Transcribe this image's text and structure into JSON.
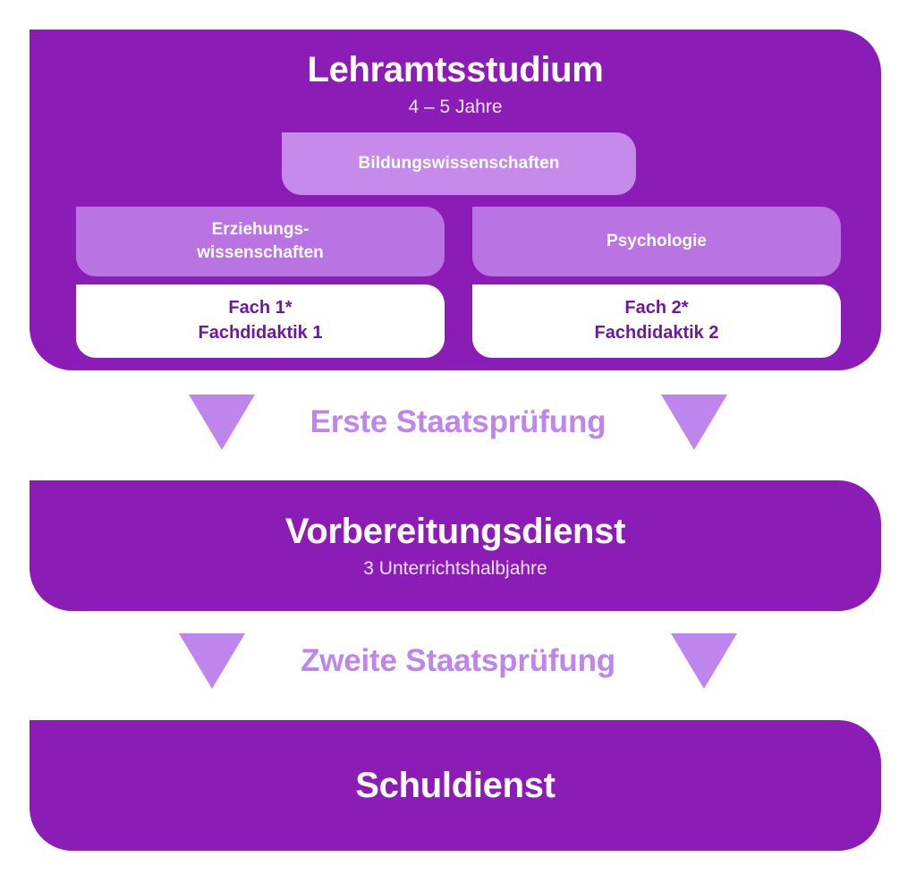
{
  "colors": {
    "primary_purple": "#8B1CB5",
    "light_purple_band": "#C68AEA",
    "medium_purple_band": "#B973E2",
    "arrow_purple": "#BE86EC",
    "deep_purple_text": "#6B1A9E",
    "white": "#FFFFFF",
    "page_background": "#FFFFFF"
  },
  "diagram": {
    "type": "flow",
    "orientation": "vertical",
    "stages": [
      {
        "id": "lehramtsstudium",
        "title": "Lehramtsstudium",
        "subtitle": "4 – 5 Jahre",
        "full_width_band": {
          "label": "Bildungswissenschaften"
        },
        "columns": [
          {
            "head": "Erziehungs-\nwissenschaften",
            "body": "Fach 1*\nFachdidaktik 1"
          },
          {
            "head": "Psychologie",
            "body": "Fach 2*\nFachdidaktik 2"
          }
        ]
      },
      {
        "id": "vorbereitungsdienst",
        "title": "Vorbereitungsdienst",
        "subtitle": "3 Unterrichtshalbjahre"
      },
      {
        "id": "schuldienst",
        "title": "Schuldienst",
        "subtitle": ""
      }
    ],
    "transitions": [
      {
        "id": "erste-staatspruefung",
        "label": "Erste Staatsprüfung"
      },
      {
        "id": "zweite-staatspruefung",
        "label": "Zweite Staatsprüfung"
      }
    ]
  }
}
